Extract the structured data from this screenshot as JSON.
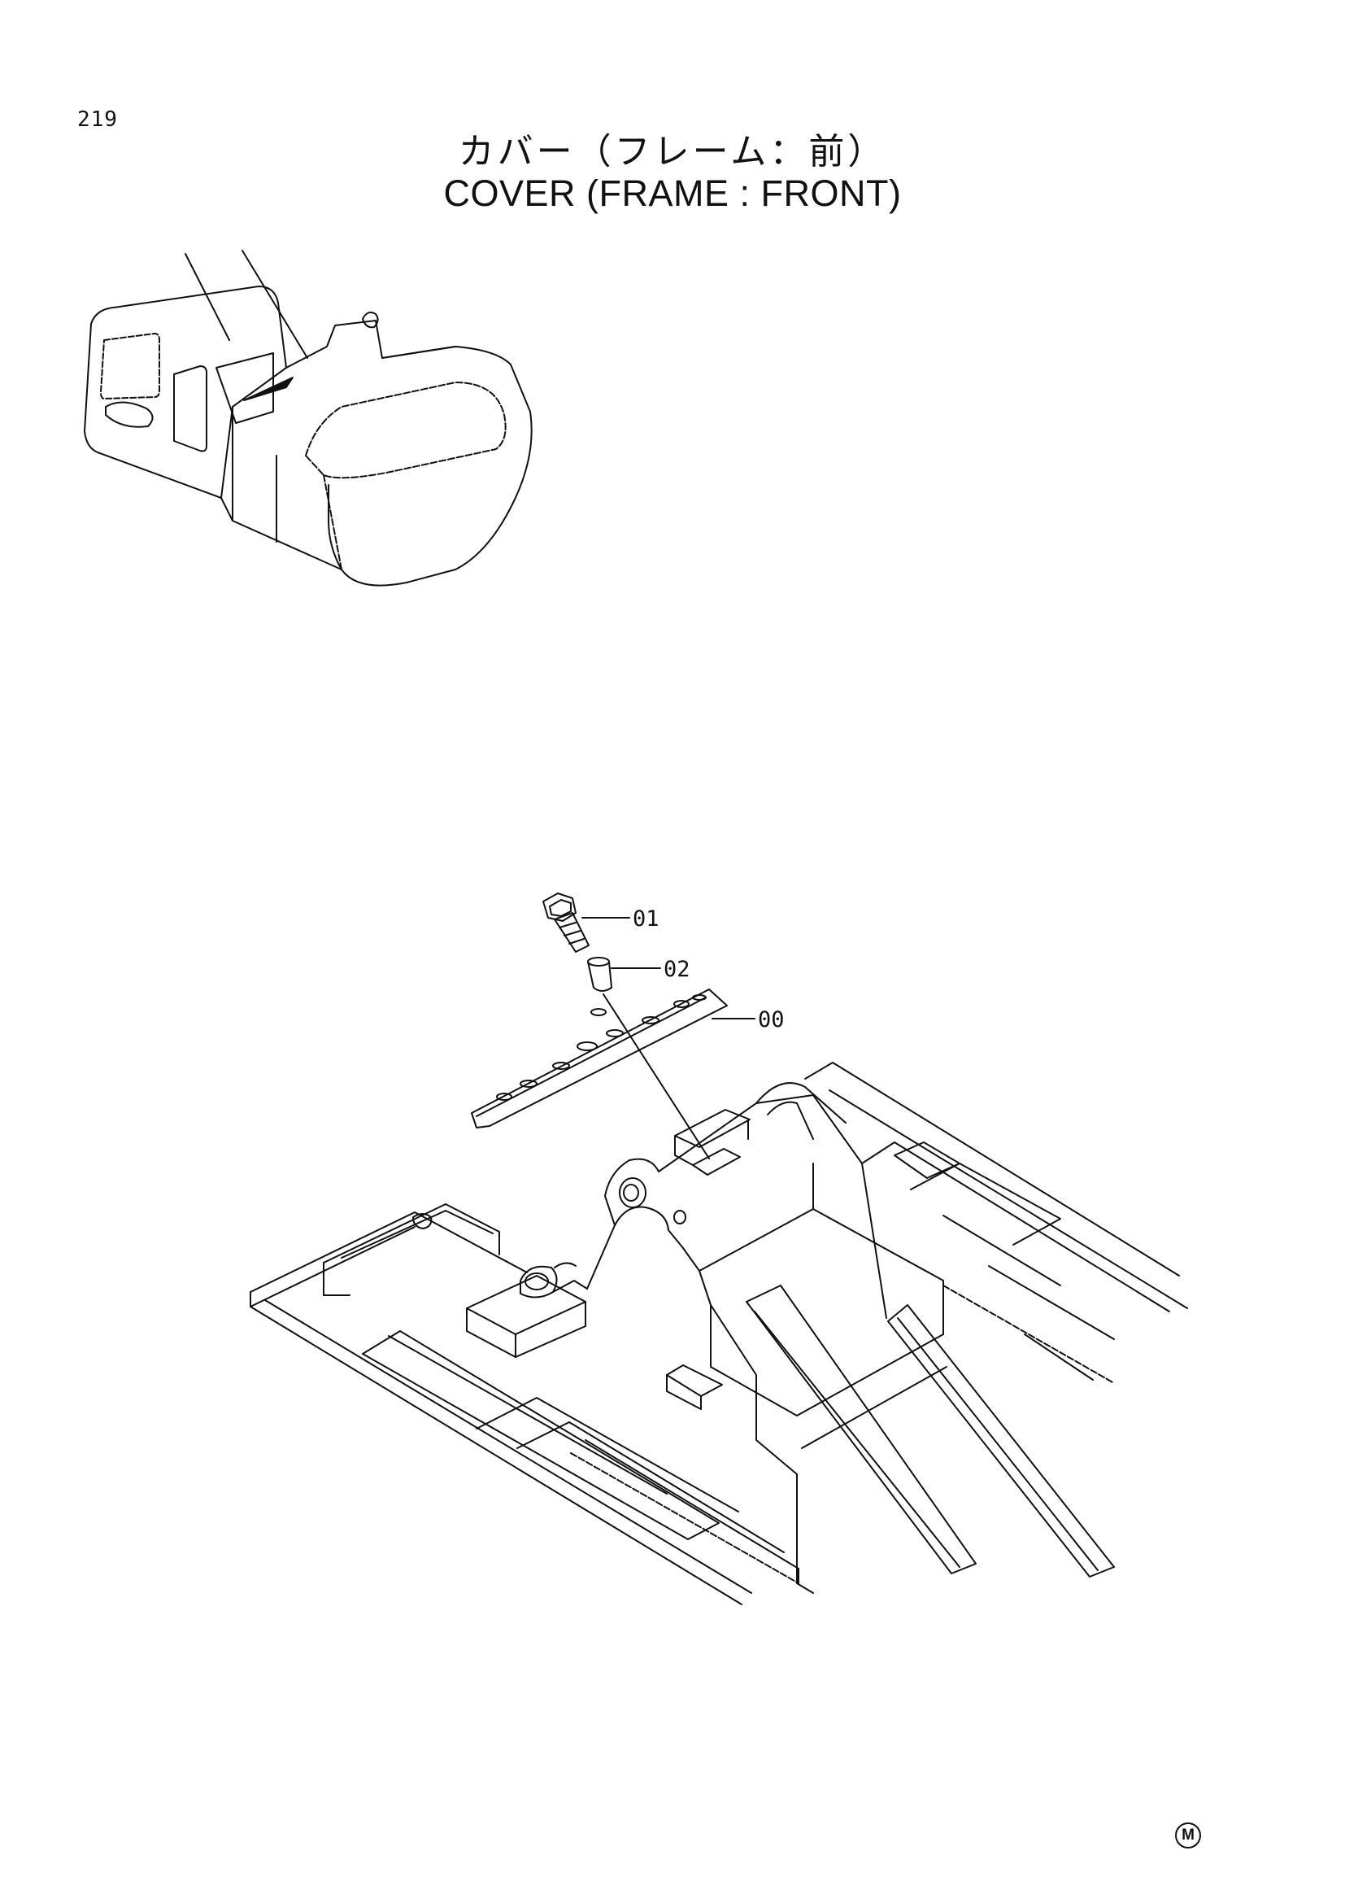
{
  "page": {
    "number": "219"
  },
  "title": {
    "japanese": "カバー（フレーム：前）",
    "english": "COVER (FRAME : FRONT)"
  },
  "callouts": [
    {
      "id": "01",
      "label": "01"
    },
    {
      "id": "02",
      "label": "02"
    },
    {
      "id": "00",
      "label": "00"
    }
  ],
  "footer_mark": "M",
  "icons": [
    "excavator-overview-icon",
    "hex-bolt-icon",
    "spacer-collar-icon",
    "cover-plate-icon",
    "front-frame-icon",
    "circled-m-icon"
  ]
}
